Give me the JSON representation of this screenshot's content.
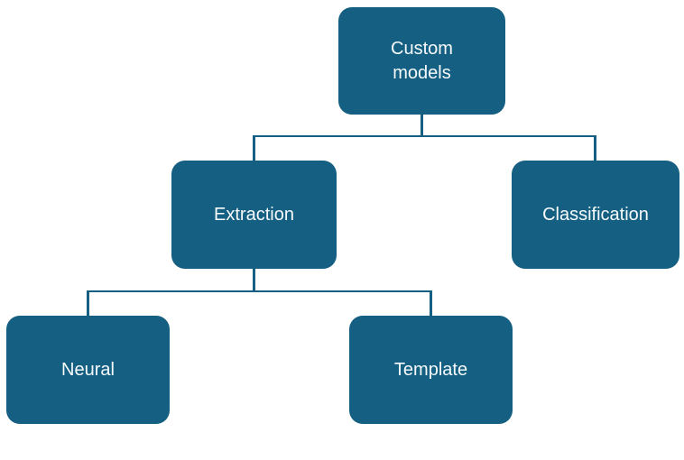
{
  "diagram": {
    "type": "tree",
    "nodes": {
      "custom_models": {
        "label": "Custom models"
      },
      "extraction": {
        "label": "Extraction"
      },
      "classification": {
        "label": "Classification"
      },
      "neural": {
        "label": "Neural"
      },
      "template": {
        "label": "Template"
      }
    },
    "edges": [
      {
        "from": "custom_models",
        "to": "extraction"
      },
      {
        "from": "custom_models",
        "to": "classification"
      },
      {
        "from": "extraction",
        "to": "neural"
      },
      {
        "from": "extraction",
        "to": "template"
      }
    ],
    "colors": {
      "node_fill": "#156082",
      "node_text": "#f7fafc",
      "connector": "#156082",
      "background": "#ffffff"
    }
  }
}
